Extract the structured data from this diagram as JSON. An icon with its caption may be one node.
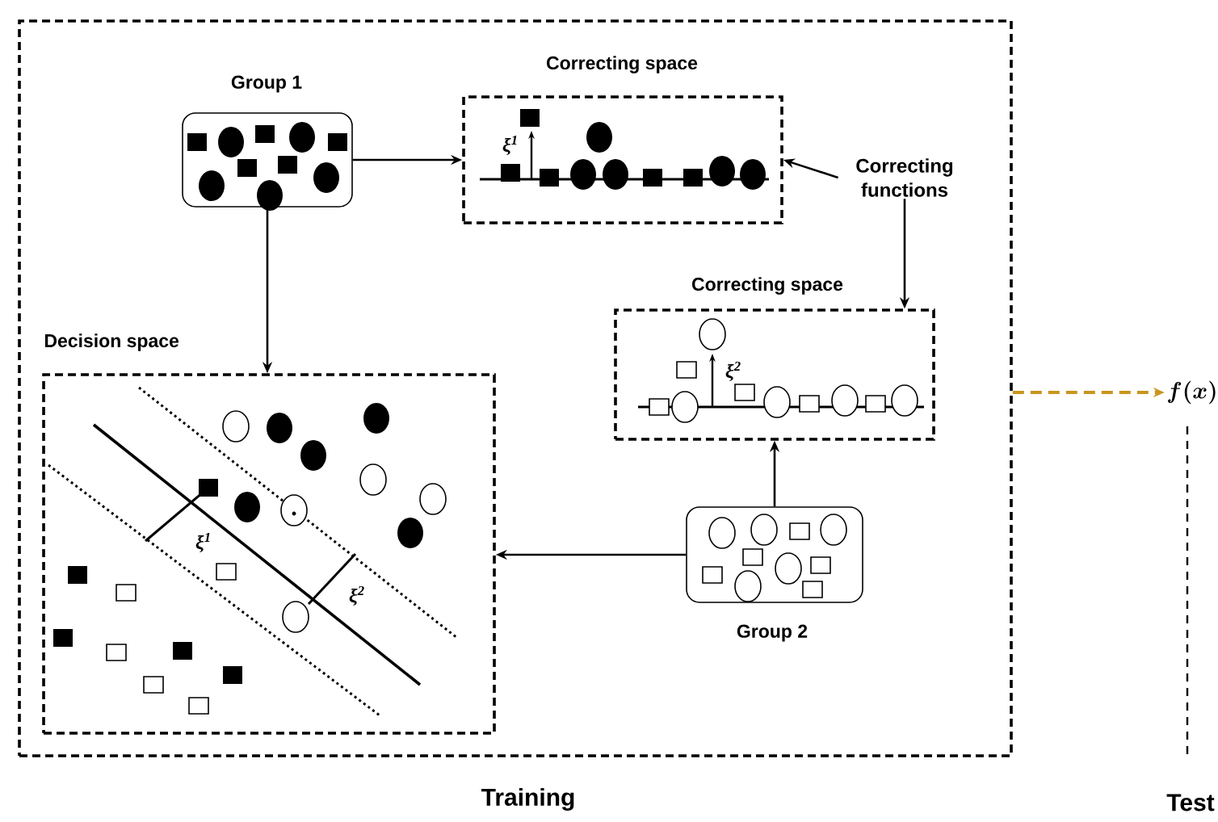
{
  "diagram": {
    "nodes": [
      {
        "text": [
          "Training"
        ]
      },
      {
        "text": [
          "Group 1"
        ],
        "in": 0
      },
      {
        "text": [
          "Correcting space"
        ],
        "in": 0
      },
      {
        "text": [
          "Correcting functions"
        ],
        "in": 0
      },
      {
        "text": [
          "Correcting space"
        ],
        "in": 0
      },
      {
        "text": [
          "Decision space"
        ],
        "in": 0
      },
      {
        "text": [
          "Group 2"
        ],
        "in": 0
      },
      {
        "text": [
          "f(x)"
        ]
      }
    ],
    "edges": [
      {
        "from": 1,
        "to": 2,
        "arrow": "to"
      },
      {
        "from": 1,
        "to": 5,
        "arrow": "to"
      },
      {
        "from": 3,
        "to": 2,
        "arrow": "to"
      },
      {
        "from": 3,
        "to": 4,
        "arrow": "to"
      },
      {
        "from": 6,
        "to": 4,
        "arrow": "to"
      },
      {
        "from": 6,
        "to": 5,
        "arrow": "to"
      },
      {
        "from": 0,
        "to": 7,
        "arrow": "to",
        "style": "dashed",
        "color": "#c8961e"
      }
    ],
    "labels": [
      "ξ$^{1}$",
      "ξ$^{2}$",
      "ξ$^{1}$",
      "ξ$^{2}$",
      "Test"
    ]
  }
}
